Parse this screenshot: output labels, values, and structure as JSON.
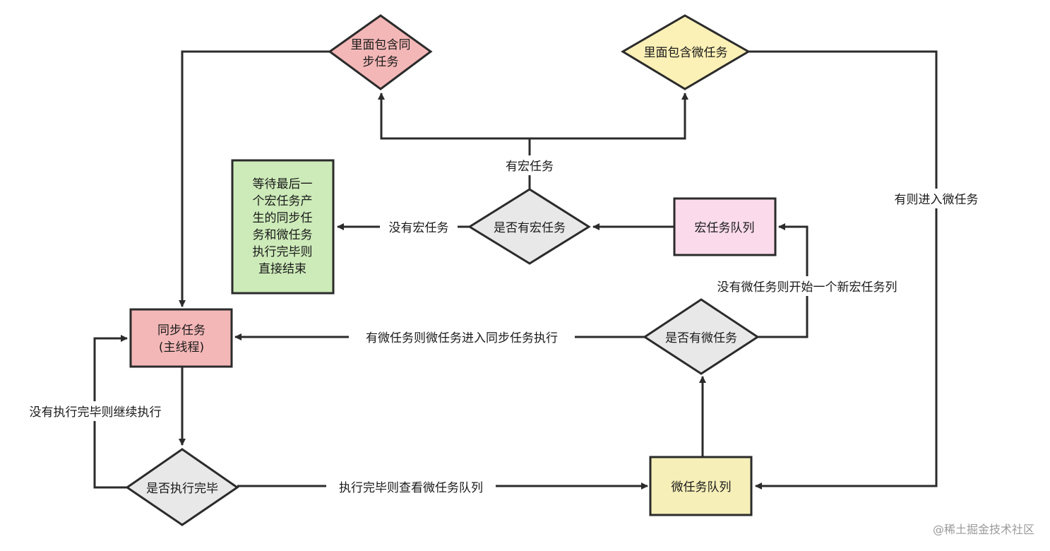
{
  "nodes": {
    "contains_sync": {
      "line1": "里面包含同",
      "line2": "步任务",
      "color": "#f4b7b7"
    },
    "contains_micro": {
      "label": "里面包含微任务",
      "color": "#fbf0b6"
    },
    "wait_end": {
      "lines": [
        "等待最后一",
        "个宏任务产",
        "生的同步任",
        "务和微任务",
        "执行完毕则",
        "直接结束"
      ],
      "color": "#cdebb9"
    },
    "has_macro": {
      "label": "是否有宏任务",
      "color": "#e8e8e8"
    },
    "macro_queue": {
      "label": "宏任务队列",
      "color": "#fbdbeb"
    },
    "sync_task": {
      "line1": "同步任务",
      "line2": "(主线程)",
      "color": "#f4b7b7"
    },
    "has_micro": {
      "label": "是否有微任务",
      "color": "#e8e8e8"
    },
    "done": {
      "label": "是否执行完毕",
      "color": "#e8e8e8"
    },
    "micro_queue": {
      "label": "微任务队列",
      "color": "#f6efb8"
    }
  },
  "edges": {
    "has_macro_yes": "有宏任务",
    "no_macro": "没有宏任务",
    "enter_micro": "有则进入微任务",
    "no_micro_new_macro": "没有微任务则开始一个新宏任务列",
    "micro_to_sync": "有微任务则微任务进入同步任务执行",
    "not_done_continue": "没有执行完毕则继续执行",
    "done_check_micro": "执行完毕则查看微任务队列"
  },
  "watermark": "@稀土掘金技术社区"
}
